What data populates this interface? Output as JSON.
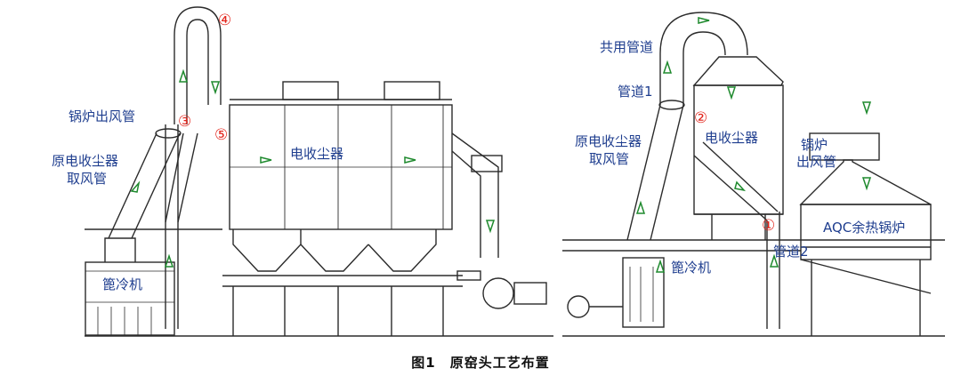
{
  "caption": "图1　原窑头工艺布置",
  "left": {
    "boiler_outlet_duct": "锅炉出风管",
    "esp_intake_line1": "原电收尘器",
    "esp_intake_line2": "取风管",
    "grate_cooler": "篦冷机",
    "esp": "电收尘器",
    "markers": [
      "④",
      "③",
      "⑤"
    ]
  },
  "right": {
    "common_duct": "共用管道",
    "duct1": "管道1",
    "esp_intake_line1": "原电收尘器",
    "esp_intake_line2": "取风管",
    "esp": "电收尘器",
    "boiler_outlet_line1": "锅炉",
    "boiler_outlet_line2": "出风管",
    "aqc_boiler": "AQC余热锅炉",
    "duct2": "管道2",
    "grate_cooler": "篦冷机",
    "markers": [
      "②",
      "①"
    ]
  },
  "colors": {
    "line": "#2b2b2b",
    "arrow": "#1f8a2e",
    "label": "#1f3e8f",
    "marker": "#e2231a"
  }
}
